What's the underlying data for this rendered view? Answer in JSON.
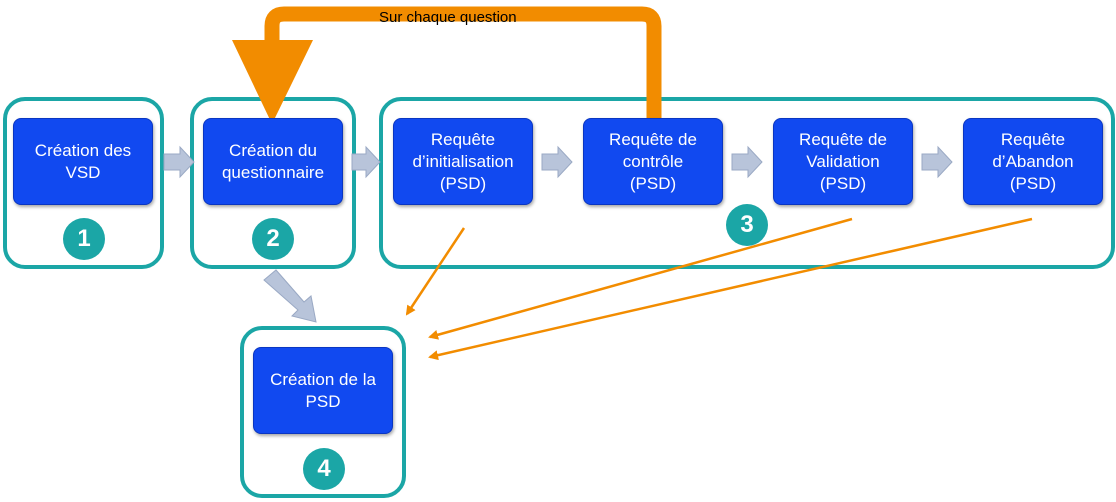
{
  "colors": {
    "group_border": "#1BA6A6",
    "node_fill": "#1149F0",
    "badge_fill": "#1BA6A6",
    "loop_arrow": "#F28C00",
    "orange_arrow": "#F28C00",
    "gray_arrow": "#B8C4DA"
  },
  "loop_label": "Sur chaque question",
  "nodes": {
    "creation_vsd": "Création des\nVSD",
    "creation_questionnaire": "Création du\nquestionnaire",
    "requete_initialisation": "Requête\nd’initialisation\n(PSD)",
    "requete_controle": "Requête de\ncontrôle\n(PSD)",
    "requete_validation": "Requête de\nValidation\n(PSD)",
    "requete_abandon": "Requête\nd’Abandon\n(PSD)",
    "creation_psd": "Création de la\nPSD"
  },
  "badges": {
    "one": "1",
    "two": "2",
    "three": "3",
    "four": "4"
  }
}
